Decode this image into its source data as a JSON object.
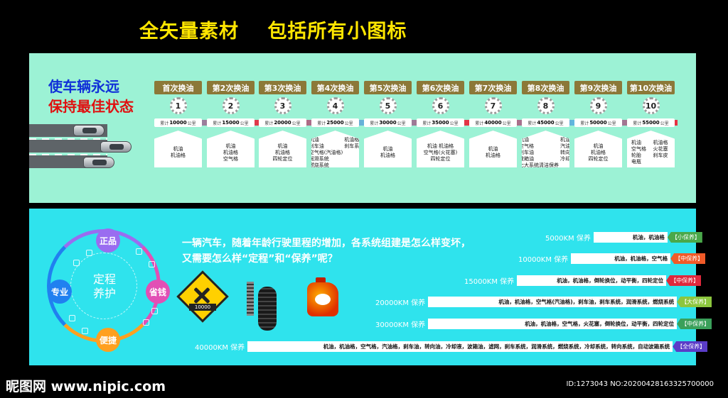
{
  "header": {
    "title_left": "全矢量素材",
    "title_right": "包括所有小图标"
  },
  "top_panel": {
    "slogan_line1": "使车辆永远",
    "slogan_line2": "保持最佳状态",
    "stages": [
      {
        "label": "首次换油",
        "num": "1",
        "km": "10000",
        "grid": false,
        "items": [
          "机油",
          "机油格"
        ]
      },
      {
        "label": "第2次换油",
        "num": "2",
        "km": "15000",
        "grid": false,
        "items": [
          "机油",
          "机油格",
          "空气格"
        ]
      },
      {
        "label": "第3次换油",
        "num": "3",
        "km": "20000",
        "grid": false,
        "items": [
          "机油",
          "机油格",
          "四轮定位"
        ]
      },
      {
        "label": "第4次换油",
        "num": "4",
        "km": "25000",
        "grid": true,
        "items": [
          "机油",
          "机油格",
          "刹车油",
          "刹车系统",
          "空气格(汽油格)",
          "",
          "润滑系统",
          "",
          "燃烧系统",
          ""
        ]
      },
      {
        "label": "第5次换油",
        "num": "5",
        "km": "30000",
        "grid": false,
        "items": [
          "机油",
          "机油格"
        ]
      },
      {
        "label": "第6次换油",
        "num": "6",
        "km": "35000",
        "grid": false,
        "items": [
          "机油 机油格",
          "空气格(火花塞)",
          "四轮定位"
        ]
      },
      {
        "label": "第7次换油",
        "num": "7",
        "km": "40000",
        "grid": false,
        "items": [
          "机油",
          "机油格"
        ]
      },
      {
        "label": "第8次换油",
        "num": "8",
        "km": "45000",
        "grid": true,
        "items": [
          "机油",
          "机油格",
          "空气格",
          "汽油格",
          "刹车油",
          "转向油",
          "波箱油",
          "冷却液",
          "七大系统清洁保养",
          ""
        ]
      },
      {
        "label": "第9次换油",
        "num": "9",
        "km": "50000",
        "grid": false,
        "items": [
          "机油",
          "机油格",
          "四轮定位"
        ]
      },
      {
        "label": "第10次换油",
        "num": "10",
        "km": "55000",
        "grid": true,
        "items": [
          "机油",
          "机油格",
          "空气格",
          "火花塞",
          "轮胎",
          "刹车皮",
          "电瓶",
          ""
        ]
      }
    ],
    "km_prefix": "累计",
    "km_suffix": "公里"
  },
  "bottom_panel": {
    "ring_center_line1": "定程",
    "ring_center_line2": "养护",
    "badges": {
      "top": "正品",
      "left": "专业",
      "right": "省钱",
      "bottom": "便捷"
    },
    "description_line1": "一辆汽车，随着年龄行驶里程的增加，各系统组建是怎么样变坏，",
    "description_line2": "又需要怎么样“定程”和“保养”呢？",
    "sign_text": "10000",
    "plans": [
      {
        "label": "5000KM 保养",
        "items": "机油，机油格",
        "tag": "【小保养】",
        "tag_color": "#4aa84a"
      },
      {
        "label": "10000KM 保养",
        "items": "机油，机油格，空气格",
        "tag": "【中保养】",
        "tag_color": "#f05a28"
      },
      {
        "label": "15000KM 保养",
        "items": "机油，机油格，倒轮换位，动平衡，四轮定位",
        "tag": "【中保养】",
        "tag_color": "#e0283c"
      },
      {
        "label": "20000KM 保养",
        "items": "机油，机油格，空气格(汽油格)，刹车油，刹车系统，润滑系统，燃烧系统",
        "tag": "【大保养】",
        "tag_color": "#8cc63e"
      },
      {
        "label": "30000KM 保养",
        "items": "机油，机油格，空气格，火花塞，倒轮换位，动平衡，四轮定位",
        "tag": "【中保养】",
        "tag_color": "#3aa05a"
      },
      {
        "label": "40000KM 保养",
        "items": "机油，机油格，空气格，汽油格，刹车油，转向油，冷却液，波箱油，滤网，刹车系统，润滑系统，燃烧系统，冷却系统，转向系统，自动波箱系统",
        "tag": "【全保养】",
        "tag_color": "#5a3cc8"
      }
    ]
  },
  "footer": {
    "logo": "昵图网 www.nipic.com",
    "id_text": "ID:1273043 NO:20200428163325700000"
  }
}
